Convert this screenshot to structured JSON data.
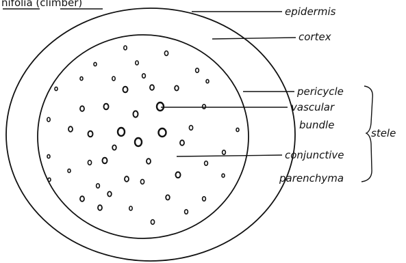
{
  "diagram": {
    "title": "nifolia (climber)",
    "labels": {
      "epidermis": "epidermis",
      "cortex": "cortex",
      "pericycle": "pericycle",
      "vascular": "vascular",
      "bundle": "bundle",
      "conjunctive": "conjunctive",
      "parenchyma": "parenchyma",
      "stele": "stele"
    }
  }
}
